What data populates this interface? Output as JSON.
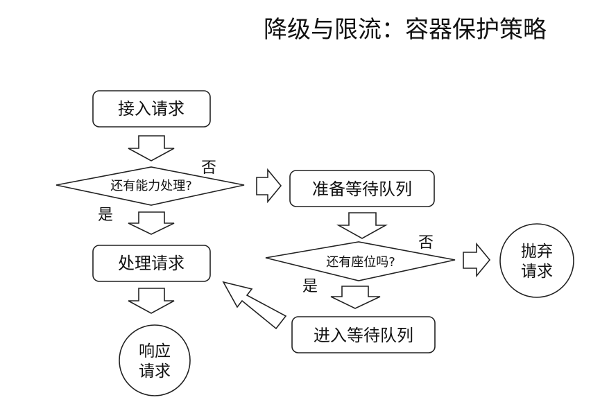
{
  "title": "降级与限流：容器保护策略",
  "nodes": {
    "accept_request": "接入请求",
    "has_capacity": "还有能力处理?",
    "prepare_queue": "准备等待队列",
    "handle_request": "处理请求",
    "has_seat": "还有座位吗?",
    "discard_line1": "抛弃",
    "discard_line2": "请求",
    "enter_queue": "进入等待队列",
    "respond_line1": "响应",
    "respond_line2": "请求"
  },
  "edge_labels": {
    "capacity_no": "否",
    "capacity_yes": "是",
    "seat_no": "否",
    "seat_yes": "是"
  }
}
